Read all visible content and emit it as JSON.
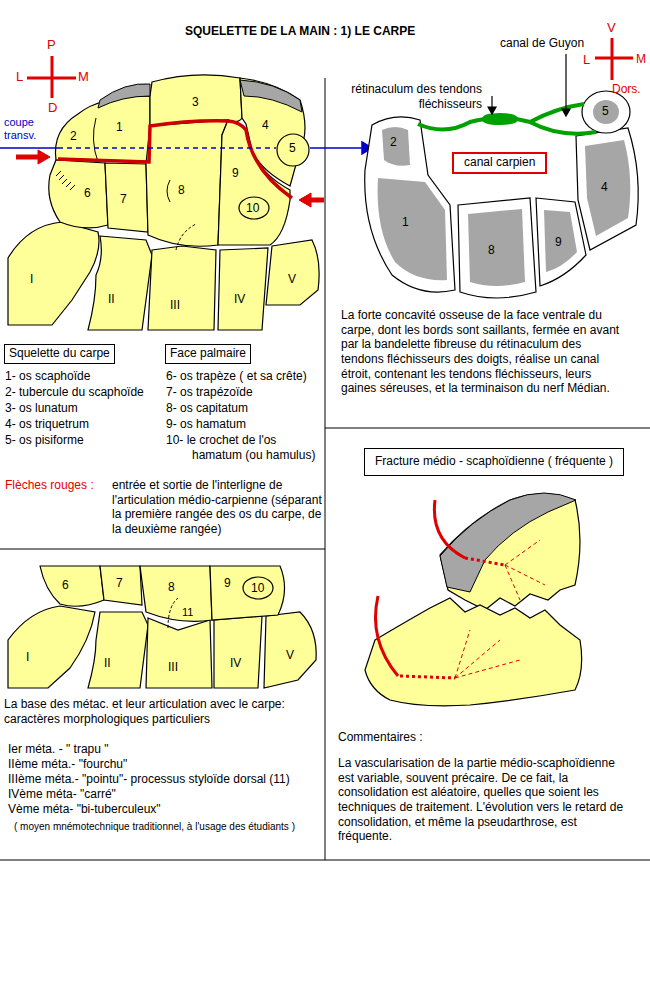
{
  "diagram": {
    "title": "SQUELETTE  DE LA MAIN : 1) LE CARPE",
    "nodes": [
      {
        "text": [
          "Squelette du carpe"
        ]
      },
      {
        "text": [
          "Face palmaire"
        ]
      },
      {
        "text": [
          "canal  carpien"
        ]
      },
      {
        "text": [
          "Fracture médio - scaphoïdienne  ( fréquente )"
        ]
      }
    ],
    "labels": [
      "P",
      "L",
      "M",
      "D",
      "coupe transv.",
      "3",
      "2",
      "1",
      "4",
      "5",
      "6",
      "7",
      "8",
      "9",
      "10",
      "I",
      "II",
      "III",
      "IV",
      "V",
      "V",
      "L",
      "M",
      "Dors.",
      "rétinaculum des tendons fléchisseurs",
      "canal de Guyon",
      "2",
      "5",
      "1",
      "4",
      "8",
      "9",
      "La forte concavité osseuse de la face ventrale du carpe, dont les bords sont saillants, fermée en avant par la bandelette fibreuse du rétinaculum des tendons fléchisseurs des doigts, réalise un canal étroit, contenant les tendons fléchisseurs, leurs gaines séreuses, et la terminaison du nerf Médian.",
      "1- os scaphoïde",
      "2- tubercule du scaphoïde",
      "3- os lunatum",
      "4- os triquetrum",
      "5- os pisiforme",
      "6- os trapèze ( et sa crête)",
      "7- os trapézoïde",
      "8- os capitatum",
      "9- os hamatum",
      "10- le crochet de l'os hamatum (ou hamulus)",
      "Flèches rouges :",
      "entrée et sortie de l'interligne de l'articulation médio-carpienne (séparant la première rangée des os du carpe, de la deuxième rangée)",
      "6",
      "7",
      "8",
      "9",
      "10",
      "11",
      "I",
      "II",
      "III",
      "IV",
      "V",
      "La base des métac. et leur articulation avec le carpe: caractères morphologiques particuliers",
      "Ier méta. - \" trapu \"",
      "IIème méta.- \"fourchu\"",
      "IIIème méta.- \"pointu\"- processus styloïde dorsal (11)",
      "IVème méta- \"carré\"",
      "Vème méta- \"bi-tuberculeux\"",
      "( moyen mnémotechnique traditionnel, à l'usage des étudiants )",
      "Commentaires :",
      "La vascularisation de la partie médio-scaphoïdienne est variable, souvent précaire. De ce fait, la consolidation est aléatoire, quelles que soient les techniques de traitement. L'évolution vers le retard de consolidation, et même la pseudarthrose, est fréquente."
    ]
  }
}
